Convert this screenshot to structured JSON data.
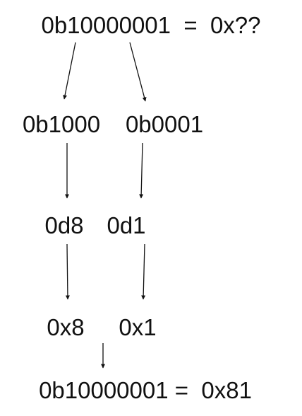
{
  "diagram": {
    "title_equation": "0b10000001  =  0x??",
    "nibble_high_binary": "0b1000",
    "nibble_low_binary": "0b0001",
    "nibble_high_decimal": "0d8",
    "nibble_low_decimal": "0d1",
    "nibble_high_hex": "0x8",
    "nibble_low_hex": "0x1",
    "result_equation": "0b10000001 =  0x81"
  },
  "colors": {
    "text": "#111111",
    "arrow": "#111111",
    "background": "#ffffff"
  }
}
